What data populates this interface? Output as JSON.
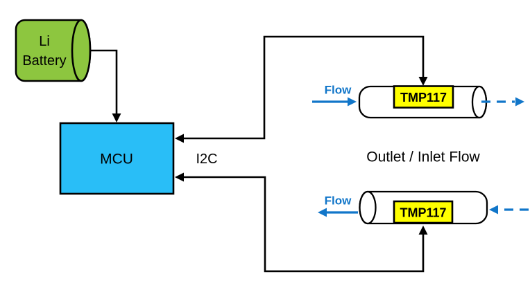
{
  "battery": {
    "line1": "Li",
    "line2": "Battery"
  },
  "mcu": {
    "label": "MCU"
  },
  "bus": {
    "label": "I2C"
  },
  "caption": {
    "text": "Outlet / Inlet Flow"
  },
  "outlet_pipe": {
    "sensor_label": "TMP117",
    "flow_label": "Flow"
  },
  "inlet_pipe": {
    "sensor_label": "TMP117",
    "flow_label": "Flow"
  },
  "colors": {
    "battery-green": "#8DC63F",
    "mcu-blue": "#29BEF7",
    "sensor-yellow": "#FFFF00",
    "flow-blue": "#1176C9",
    "pipe-white": "#FFFFFF",
    "line-black": "#000000"
  }
}
